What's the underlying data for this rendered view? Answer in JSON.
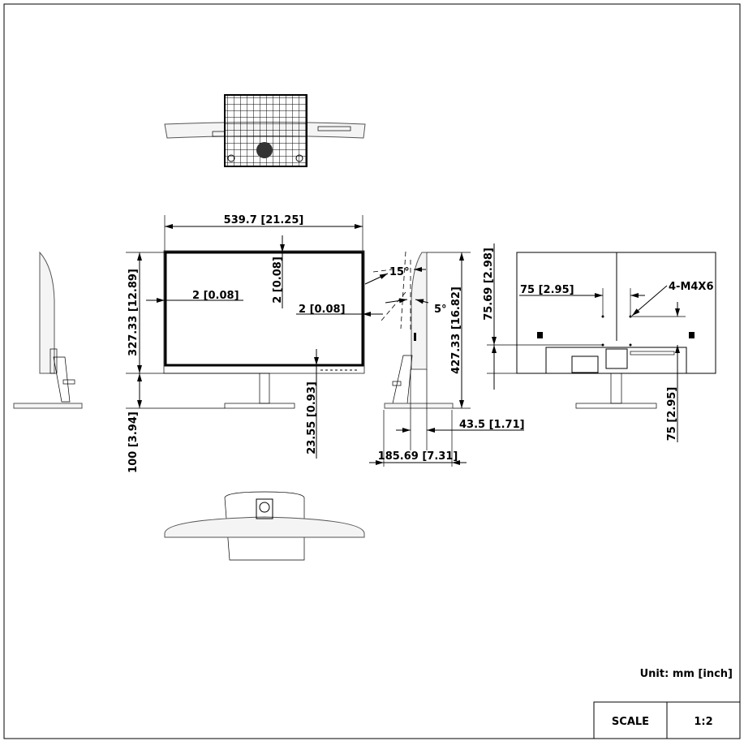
{
  "dimensions": {
    "width": "539.7  [21.25]",
    "height_panel": "327.33  [12.89]",
    "bottom_clearance": "100  [3.94]",
    "bezel_left": "2  [0.08]",
    "bezel_top": "2  [0.08]",
    "bezel_right": "2  [0.08]",
    "chin": "23.55  [0.93]",
    "tilt_back": "15°",
    "tilt_forward": "5°",
    "total_height": "427.33  [16.82]",
    "depth_panel": "43.5  [1.71]",
    "depth_base": "185.69  [7.31]",
    "vesa_offset": "75.69  [2.98]",
    "vesa_h": "75  [2.95]",
    "vesa_v": "75  [2.95]",
    "screws": "4-M4X6"
  },
  "unit_note": "Unit: mm [inch]",
  "scale_table": {
    "label": "SCALE",
    "value": "1:2"
  }
}
